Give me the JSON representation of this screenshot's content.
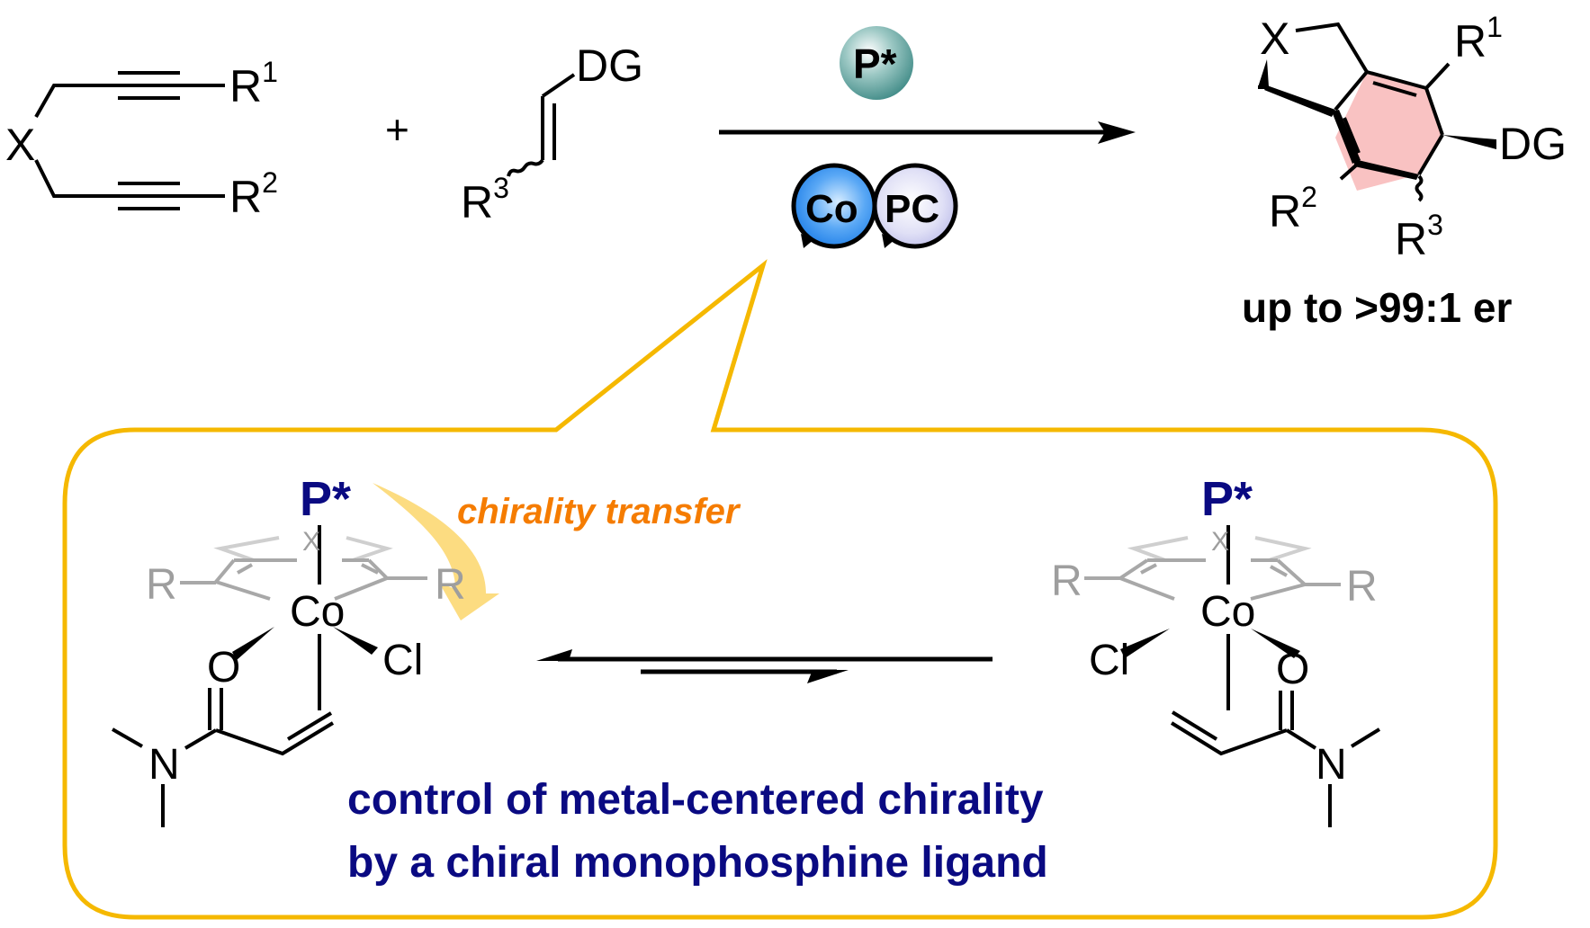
{
  "scheme": {
    "reactant_diyne": {
      "linker": "X",
      "substituent_top": "R",
      "substituent_top_sup": "1",
      "substituent_bottom": "R",
      "substituent_bottom_sup": "2"
    },
    "plus_sign": "+",
    "reactant_alkene": {
      "directing_group": "DG",
      "substituent": "R",
      "substituent_sup": "3"
    },
    "arrow": {
      "ligand_badge": "P*",
      "catalyst_badges": [
        {
          "label": "Co",
          "color": "#2e8bf0"
        },
        {
          "label": "PC",
          "color": "#c8c8ee"
        }
      ],
      "ligand_color": "#3f8a86"
    },
    "product": {
      "linker": "X",
      "r1": "R",
      "r1_sup": "1",
      "r2": "R",
      "r2_sup": "2",
      "r3": "R",
      "r3_sup": "3",
      "directing_group": "DG",
      "ring_fill": "#f9c2c2"
    },
    "selectivity": "up to >99:1 er"
  },
  "callout": {
    "border_color": "#f5b800",
    "annotation": "chirality transfer",
    "annotation_color": "#f57c00",
    "caption_lines": [
      "control of metal-centered chirality",
      "by a chiral monophosphine ligand"
    ],
    "caption_color": "#0a0a82",
    "complex_left": {
      "ligand": "P*",
      "metal": "Co",
      "ring_linker": "X",
      "ring_substituent_left": "R",
      "ring_substituent_right": "R",
      "oxygen": "O",
      "chloride": "Cl",
      "nitrogen": "N"
    },
    "complex_right": {
      "ligand": "P*",
      "metal": "Co",
      "ring_linker": "X",
      "ring_substituent_left": "R",
      "ring_substituent_right": "R",
      "oxygen": "O",
      "chloride": "Cl",
      "nitrogen": "N"
    }
  }
}
